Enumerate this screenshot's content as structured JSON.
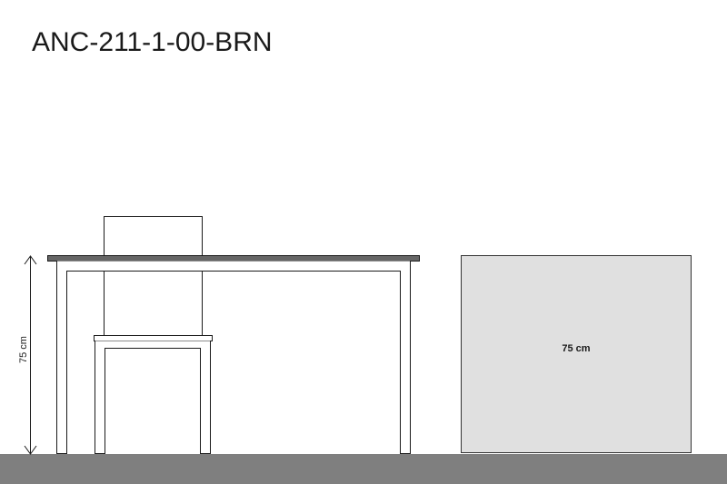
{
  "title": "ANC-211-1-00-BRN",
  "height_label": "75 cm",
  "box_label": "75 cm",
  "colors": {
    "floor": "#7f7f7f",
    "tabletop": "#666666",
    "outline": "#1a1a1a",
    "box_fill": "#e0e0e0",
    "box_outline": "#333333"
  }
}
